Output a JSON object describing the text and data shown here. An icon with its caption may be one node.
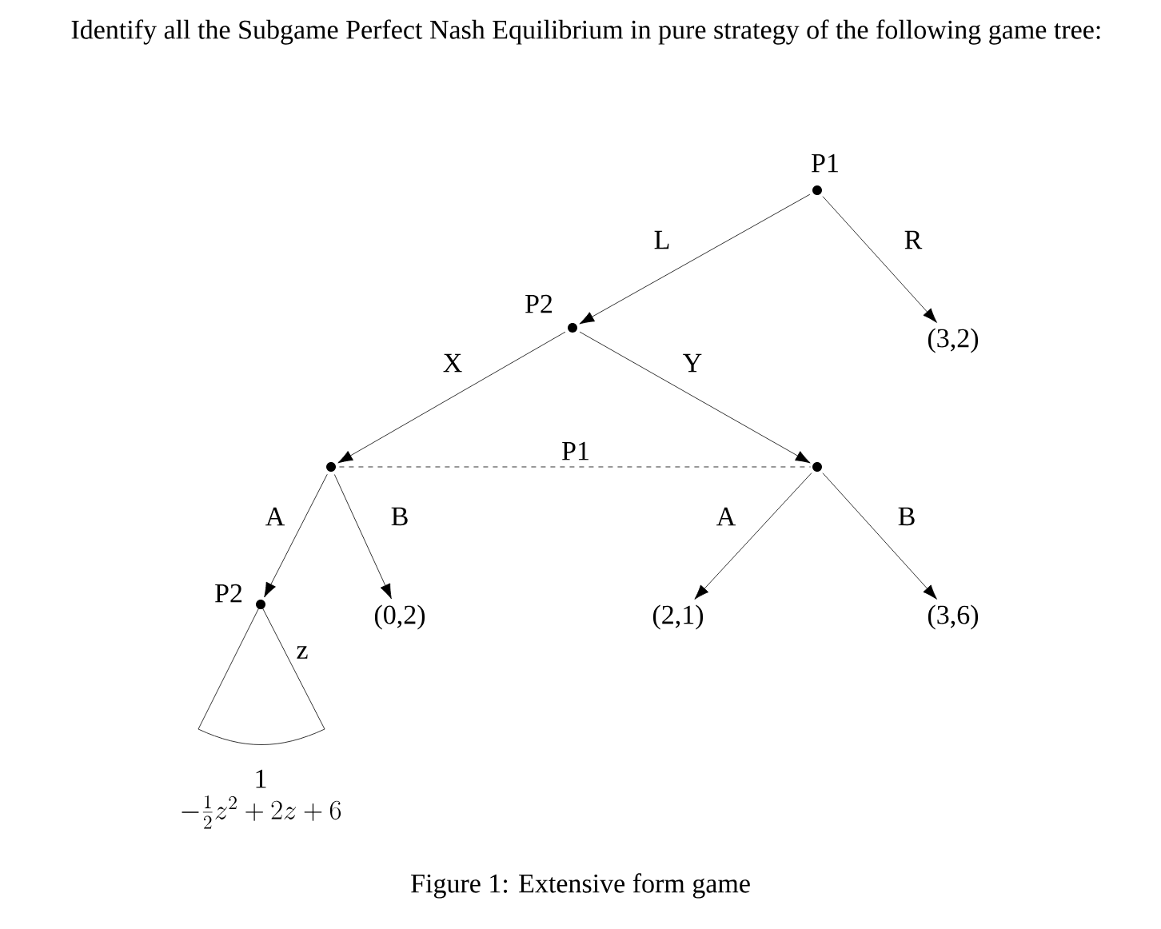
{
  "diagram": {
    "title": "Identify all the Subgame Perfect Nash Equilibrium in pure strategy of the following game tree:",
    "caption": "Figure 1: Extensive form game",
    "nodes": [
      {
        "text": [],
        "shape": "circle",
        "beside": [
          "P1"
        ]
      },
      {
        "text": [
          "(3,2)"
        ]
      },
      {
        "text": [],
        "shape": "circle",
        "beside": [
          "P2"
        ]
      },
      {
        "text": [],
        "shape": "circle"
      },
      {
        "text": [],
        "shape": "circle"
      },
      {
        "text": [],
        "shape": "circle",
        "beside": [
          "P2"
        ]
      },
      {
        "text": [
          "(0,2)"
        ]
      },
      {
        "text": [
          "(2,1)"
        ]
      },
      {
        "text": [
          "(3,6)"
        ]
      }
    ],
    "edges": [
      {
        "from": 0,
        "to": 2,
        "arrow": "to",
        "label": "L"
      },
      {
        "from": 0,
        "to": 1,
        "arrow": "to",
        "label": "R"
      },
      {
        "from": 2,
        "to": 3,
        "arrow": "to",
        "label": "X"
      },
      {
        "from": 2,
        "to": 4,
        "arrow": "to",
        "label": "Y"
      },
      {
        "from": 3,
        "to": 4,
        "arrow": "none",
        "style": "dashed",
        "label": "P1"
      },
      {
        "from": 3,
        "to": 5,
        "arrow": "to",
        "label": "A"
      },
      {
        "from": 3,
        "to": 6,
        "arrow": "to",
        "label": "B"
      },
      {
        "from": 4,
        "to": 7,
        "arrow": "to",
        "label": "A"
      },
      {
        "from": 4,
        "to": 8,
        "arrow": "to",
        "label": "B"
      }
    ],
    "labels": [
      "z",
      "1",
      "-\\frac{1}{2}z^2+2z+6"
    ]
  }
}
